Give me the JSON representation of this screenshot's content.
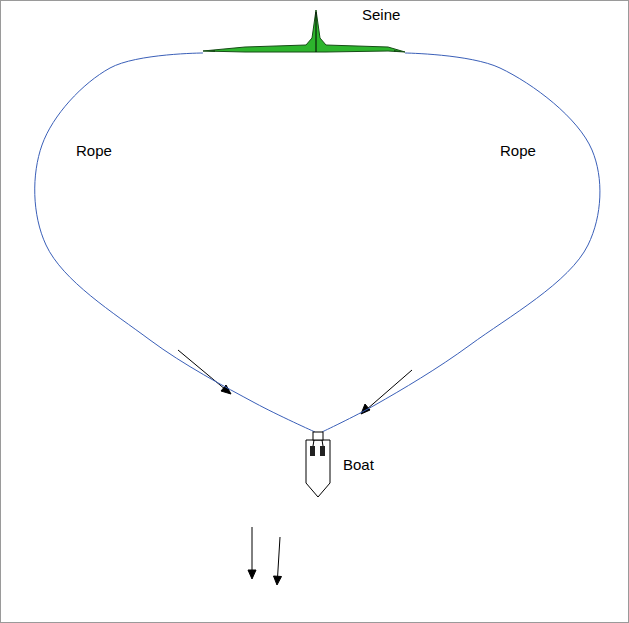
{
  "diagram": {
    "nodes": [
      {
        "text": [
          "Seine"
        ]
      },
      {
        "text": [
          "Boat"
        ]
      }
    ],
    "edges": [
      {
        "from": 0,
        "to": 1,
        "arrow": "none",
        "label": "Rope"
      },
      {
        "from": 0,
        "to": 1,
        "arrow": "none",
        "label": "Rope"
      }
    ]
  }
}
